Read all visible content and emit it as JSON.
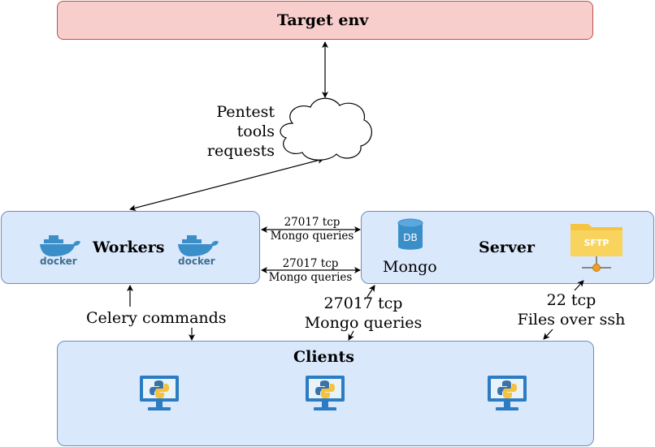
{
  "nodes": {
    "target_env": "Target env",
    "workers": "Workers",
    "server": "Server",
    "clients": "Clients",
    "mongo": "Mongo",
    "db_icon_text": "DB",
    "sftp_icon_text": "SFTP",
    "docker_text": "docker"
  },
  "cloud_label": [
    "Pentest",
    "tools",
    "requests"
  ],
  "edge_labels": {
    "workers_server_top": [
      "27017 tcp",
      "Mongo queries"
    ],
    "workers_server_bottom": [
      "27017 tcp",
      "Mongo queries"
    ],
    "celery": "Celery commands",
    "mongo_clients": [
      "27017 tcp",
      "Mongo queries"
    ],
    "sftp_clients": [
      "22 tcp",
      "Files over ssh"
    ]
  },
  "colors": {
    "target_fill": "#f8cecc",
    "target_stroke": "#b85450",
    "box_fill": "#dae8fc",
    "box_stroke": "#6c8ebf",
    "docker_blue": "#3a8fc8",
    "sftp_yellow": "#f5c542",
    "python_blue": "#3a73a8",
    "python_yellow": "#f4c23c"
  }
}
